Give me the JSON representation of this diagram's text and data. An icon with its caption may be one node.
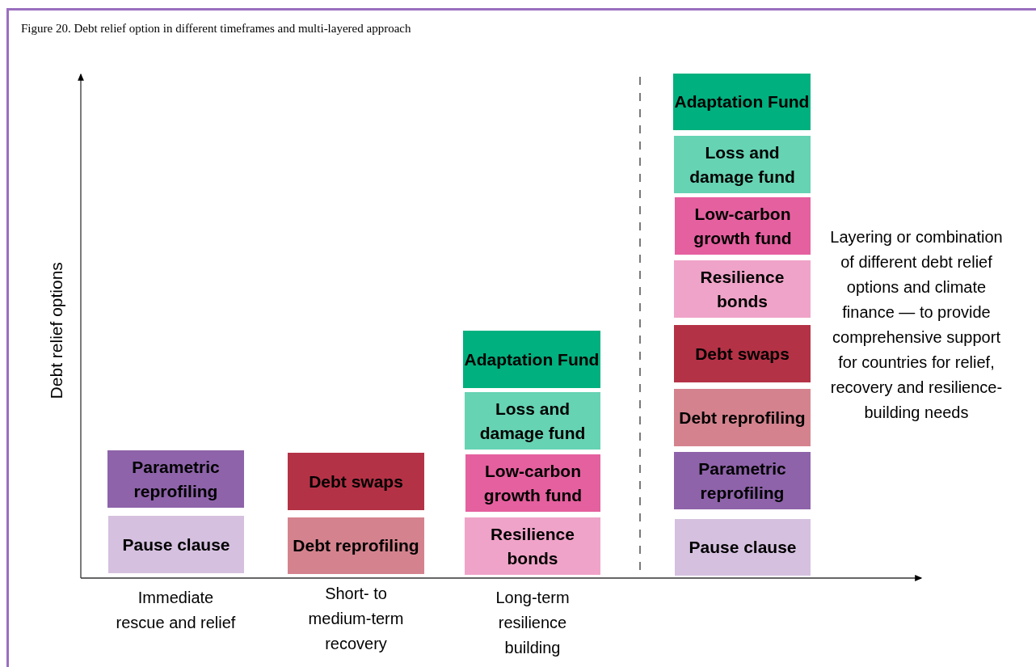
{
  "diagram": {
    "title": "Figure 20. Debt relief option in different timeframes and multi-layered approach",
    "nodes": [
      {
        "text": [
          "Parametric reprofiling"
        ]
      },
      {
        "text": [
          "Pause clause"
        ]
      },
      {
        "text": [
          "Debt swaps"
        ]
      },
      {
        "text": [
          "Debt reprofiling"
        ]
      },
      {
        "text": [
          "Adaptation Fund"
        ]
      },
      {
        "text": [
          "Loss and damage fund"
        ]
      },
      {
        "text": [
          "Low-carbon growth fund"
        ]
      },
      {
        "text": [
          "Resilience bonds"
        ]
      },
      {
        "text": [
          "Adaptation Fund"
        ]
      },
      {
        "text": [
          "Loss and damage fund"
        ]
      },
      {
        "text": [
          "Low-carbon growth fund"
        ]
      },
      {
        "text": [
          "Resilience bonds"
        ]
      },
      {
        "text": [
          "Debt swaps"
        ]
      },
      {
        "text": [
          "Debt reprofiling"
        ]
      },
      {
        "text": [
          "Parametric reprofiling"
        ]
      },
      {
        "text": [
          "Pause clause"
        ]
      }
    ],
    "labels": [
      "Debt relief options",
      "Layering or combination of different debt relief options and climate finance — to provide comprehensive support for countries for relief, recovery and resilience-building needs",
      "Immediate rescue and relief",
      "Short- to medium-term recovery",
      "Long-term resilience building"
    ]
  }
}
